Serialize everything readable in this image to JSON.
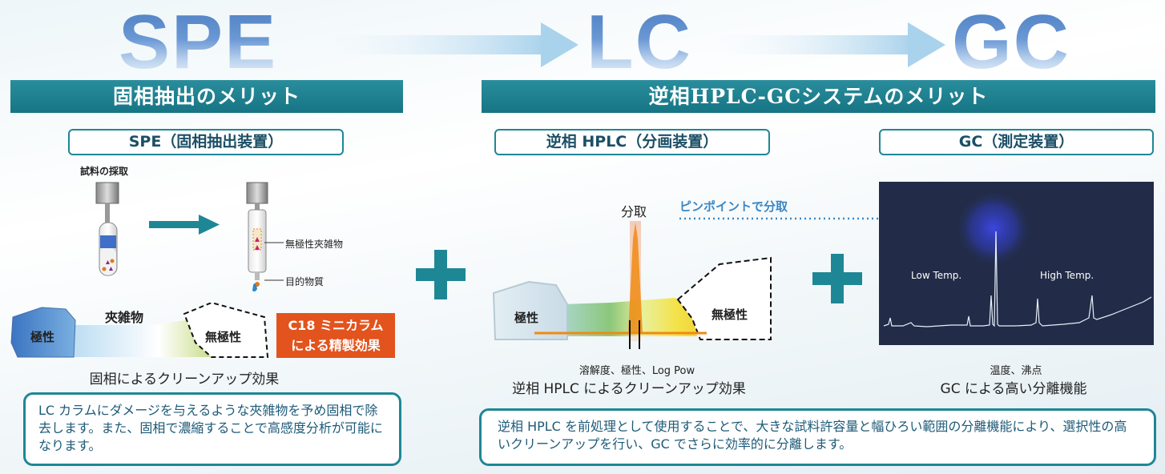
{
  "flow": {
    "step1": "SPE",
    "step2": "LC",
    "step3": "GC"
  },
  "left": {
    "bar_title": "固相抽出のメリット",
    "sub_header": "SPE（固相抽出装置）",
    "sampling_label": "試料の採取",
    "impurity_label": "無極性夾雑物",
    "target_label": "目的物質",
    "chromato": {
      "impurities": "夾雑物",
      "polar": "極性",
      "nonpolar": "無極性"
    },
    "c18_line1": "C18 ミニカラム",
    "c18_line2": "による精製効果",
    "caption": "固相によるクリーンアップ効果",
    "description": "LC カラムにダメージを与えるような夾雑物を予め固相で除去します。また、固相で濃縮することで高感度分析が可能になります。"
  },
  "right": {
    "bar_title": "逆相HPLC-GCシステムのメリット",
    "hplc": {
      "sub_header": "逆相 HPLC（分画装置）",
      "fraction_label": "分取",
      "pinpoint_label": "ピンポイントで分取",
      "polar": "極性",
      "nonpolar": "無極性",
      "small_caption": "溶解度、極性、Log Pow",
      "caption": "逆相 HPLC によるクリーンアップ効果"
    },
    "gc": {
      "sub_header": "GC（測定装置）",
      "low_temp": "Low Temp.",
      "high_temp": "High Temp.",
      "small_caption": "温度、沸点",
      "caption": "GC による高い分離機能"
    },
    "description": "逆相 HPLC を前処理として使用することで、大きな試料許容量と幅ひろい範囲の分離機能により、選択性の高いクリーンアップを行い、GC でさらに効率的に分離します。"
  },
  "colors": {
    "teal": "#1e8796",
    "accent_orange": "#e2531d",
    "flow_blue": "#5a8ccc"
  }
}
